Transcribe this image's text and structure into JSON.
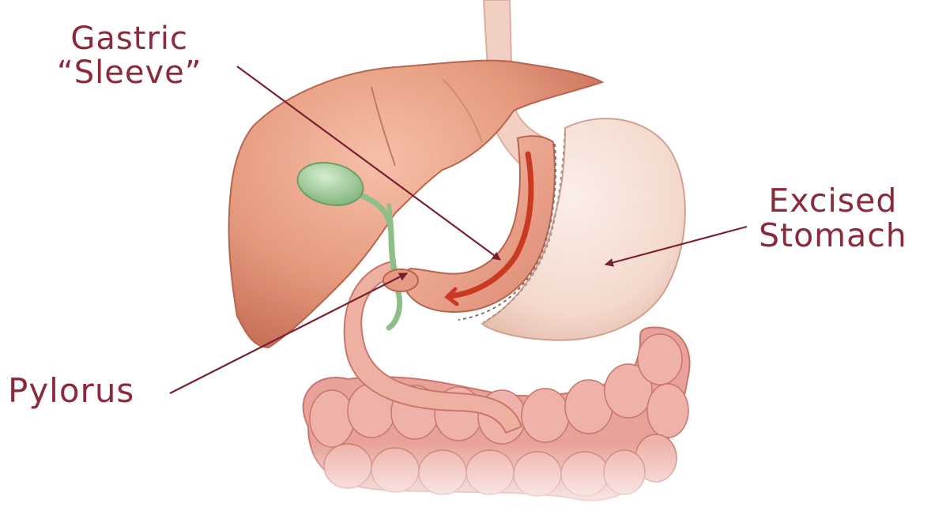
{
  "labels": {
    "gastric_sleeve": {
      "line1": "Gastric",
      "line2": "“Sleeve”"
    },
    "excised_stomach": {
      "line1": "Excised",
      "line2": "Stomach"
    },
    "pylorus": "Pylorus"
  },
  "colors": {
    "label_text": "#8a2a3a",
    "pointer_line": "#7a2030",
    "liver": "#e59a7e",
    "gallbladder": "#9fcf9a",
    "stomach_sleeve": "#eea58e",
    "sleeve_channel": "#c83a22",
    "excised_stomach": "#f6ddd2",
    "intestine": "#e8a29a",
    "esophagus": "#f2cfc3"
  }
}
